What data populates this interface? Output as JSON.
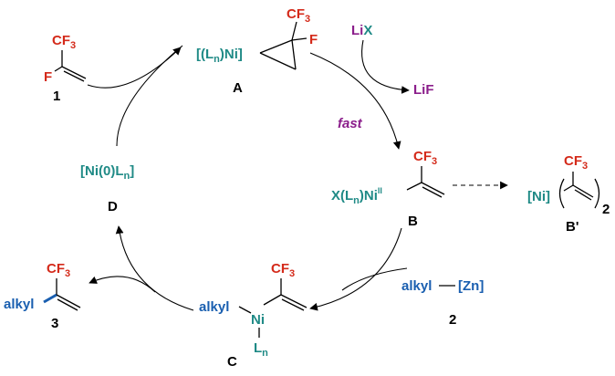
{
  "colors": {
    "nickel": "#1f8a86",
    "fluorine": "#d42a1a",
    "alkyl": "#1a5fb0",
    "lithium": "#8b1e8b",
    "text": "#000000"
  },
  "compound_1": {
    "top": "CF",
    "top_sub": "3",
    "left": "F",
    "label": "1"
  },
  "compound_A": {
    "complex_open": "[(L",
    "complex_sub": "n",
    "complex_close": ")Ni]",
    "ring_top": "CF",
    "ring_top_sub": "3",
    "ring_right": "F",
    "label": "A"
  },
  "reagent_lix": {
    "li": "Li",
    "x": "X"
  },
  "product_lif": {
    "text": "LiF"
  },
  "fast_label": "fast",
  "compound_B": {
    "text_x": "X(L",
    "text_sub": "n",
    "text_ni": ")Ni",
    "text_sup": "II",
    "top": "CF",
    "top_sub": "3",
    "label": "B"
  },
  "compound_Bprime": {
    "ni": "[Ni]",
    "top": "CF",
    "top_sub": "3",
    "count": "2",
    "label": "B'"
  },
  "compound_D": {
    "text": "[Ni(0)L",
    "text_sub": "n",
    "text_close": "]",
    "label": "D"
  },
  "compound_2": {
    "alkyl": "alkyl",
    "zn": "[Zn]",
    "label": "2"
  },
  "compound_C": {
    "alkyl": "alkyl",
    "ni": "Ni",
    "ligand": "L",
    "ligand_sub": "n",
    "top": "CF",
    "top_sub": "3",
    "label": "C"
  },
  "compound_3": {
    "alkyl": "alkyl",
    "top": "CF",
    "top_sub": "3",
    "label": "3"
  }
}
